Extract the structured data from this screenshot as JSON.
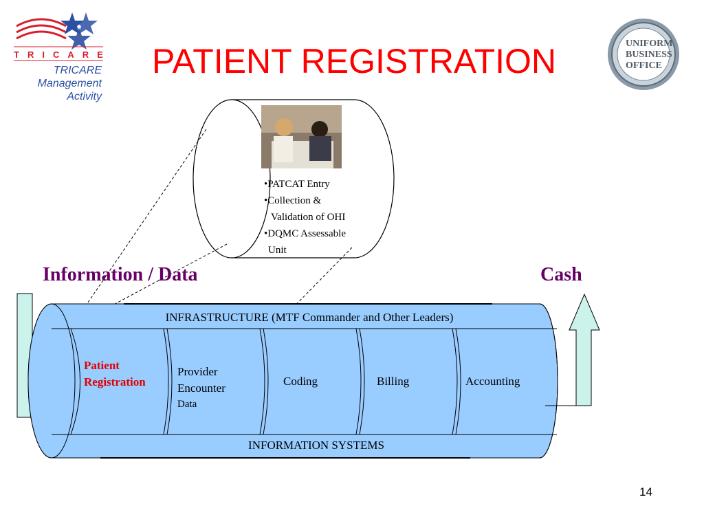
{
  "slide": {
    "title": "PATIENT REGISTRATION",
    "page_number": "14"
  },
  "logo_left": {
    "wordmark": "TRICARE",
    "org_lines": [
      "TRICARE",
      "Management",
      "Activity"
    ]
  },
  "logo_right": {
    "lines": [
      "UNIFORM",
      "BUSINESS",
      "OFFICE"
    ]
  },
  "detail_callout": {
    "bullets": [
      "•PATCAT Entry",
      "•Collection &",
      "Validation of OHI",
      "•DQMC Assessable",
      "Unit"
    ]
  },
  "flow": {
    "input_label": "Information / Data",
    "output_label": "Cash",
    "top_band": "INFRASTRUCTURE (MTF Commander and Other Leaders)",
    "bottom_band": "INFORMATION SYSTEMS",
    "segments": {
      "patient_registration": [
        "Patient",
        "Registration"
      ],
      "provider": [
        "Provider",
        "Encounter",
        "Data"
      ],
      "coding": "Coding",
      "billing": "Billing",
      "accounting": "Accounting"
    }
  },
  "colors": {
    "title": "#ff0000",
    "pipe_fill": "#99ccff",
    "arrow_fill": "#ccf2ec",
    "label_purple": "#660066",
    "highlight_red": "#e00000",
    "tricare_blue": "#2b4fa3",
    "tricare_red": "#d81e2c"
  }
}
